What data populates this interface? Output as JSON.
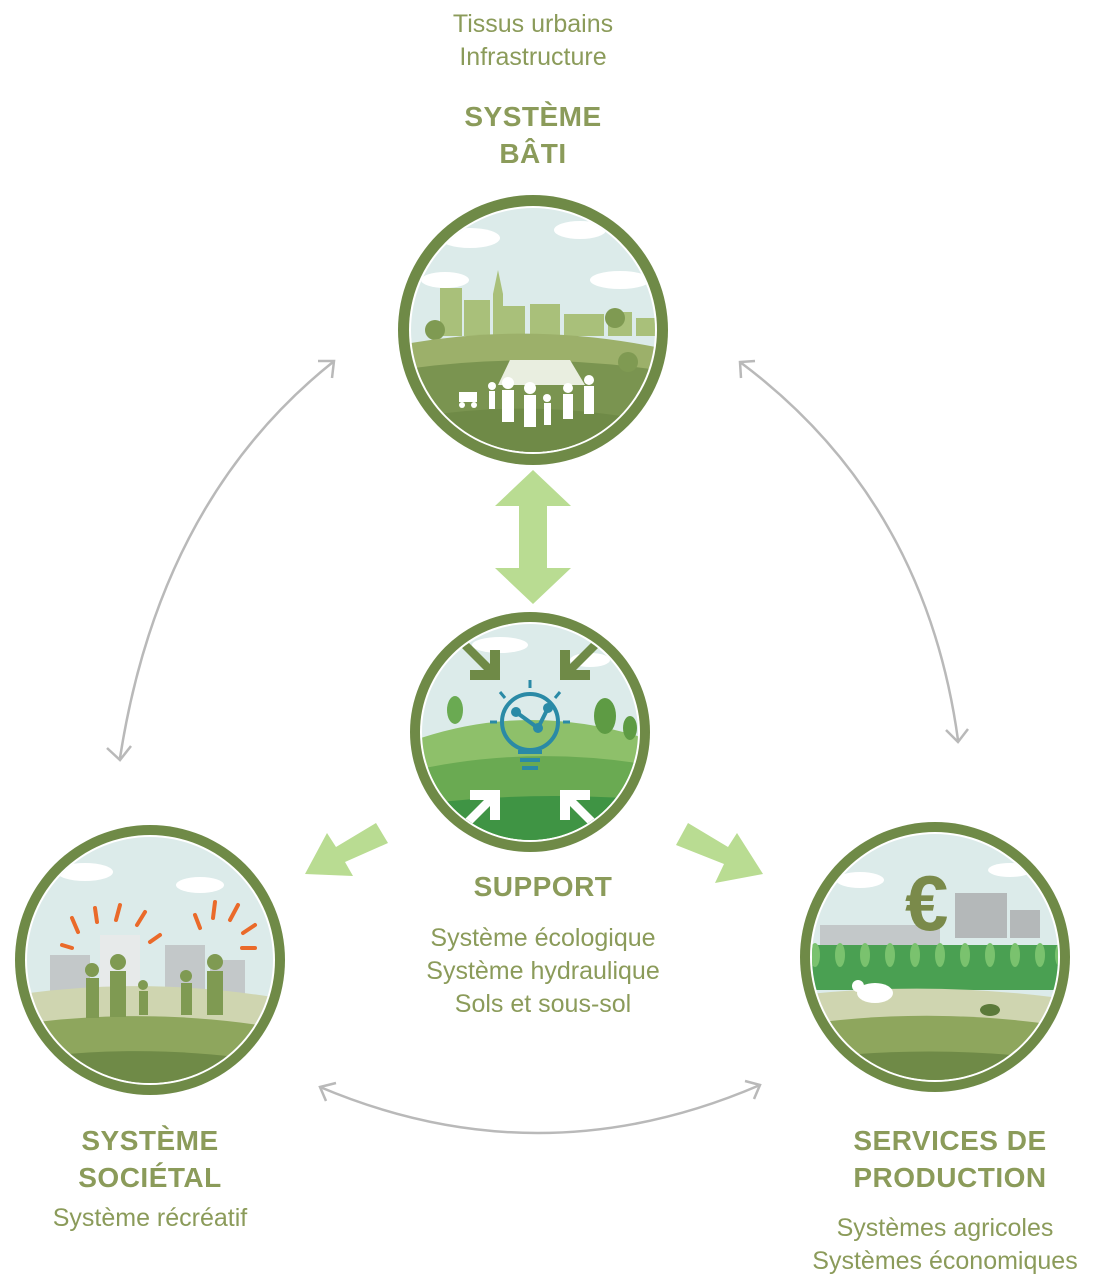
{
  "colors": {
    "label_green": "#8b9b5a",
    "ring_green": "#6f8a47",
    "arrow_light_green": "#b9dc92",
    "connector_grey": "#b9b9b9",
    "sky": "#dcebea",
    "accent_orange": "#ea6a2a",
    "accent_teal": "#2a8aa6"
  },
  "nodes": {
    "bati": {
      "title_line1": "SYSTÈME",
      "title_line2": "BÂTI",
      "details": [
        "Tissus urbains",
        "Infrastructure"
      ],
      "icon": "city-people-icon"
    },
    "support": {
      "title": "SUPPORT",
      "details": [
        "Système écologique",
        "Système hydraulique",
        "Sols et sous-sol"
      ],
      "icon": "lightbulb-network-icon"
    },
    "societal": {
      "title_line1": "SYSTÈME",
      "title_line2": "SOCIÉTAL",
      "details": [
        "Système récréatif"
      ],
      "icon": "people-recreation-icon"
    },
    "production": {
      "title_line1": "SERVICES DE",
      "title_line2": "PRODUCTION",
      "details": [
        "Systèmes agricoles",
        "Systèmes économiques"
      ],
      "icon": "euro-factory-farm-icon"
    }
  }
}
